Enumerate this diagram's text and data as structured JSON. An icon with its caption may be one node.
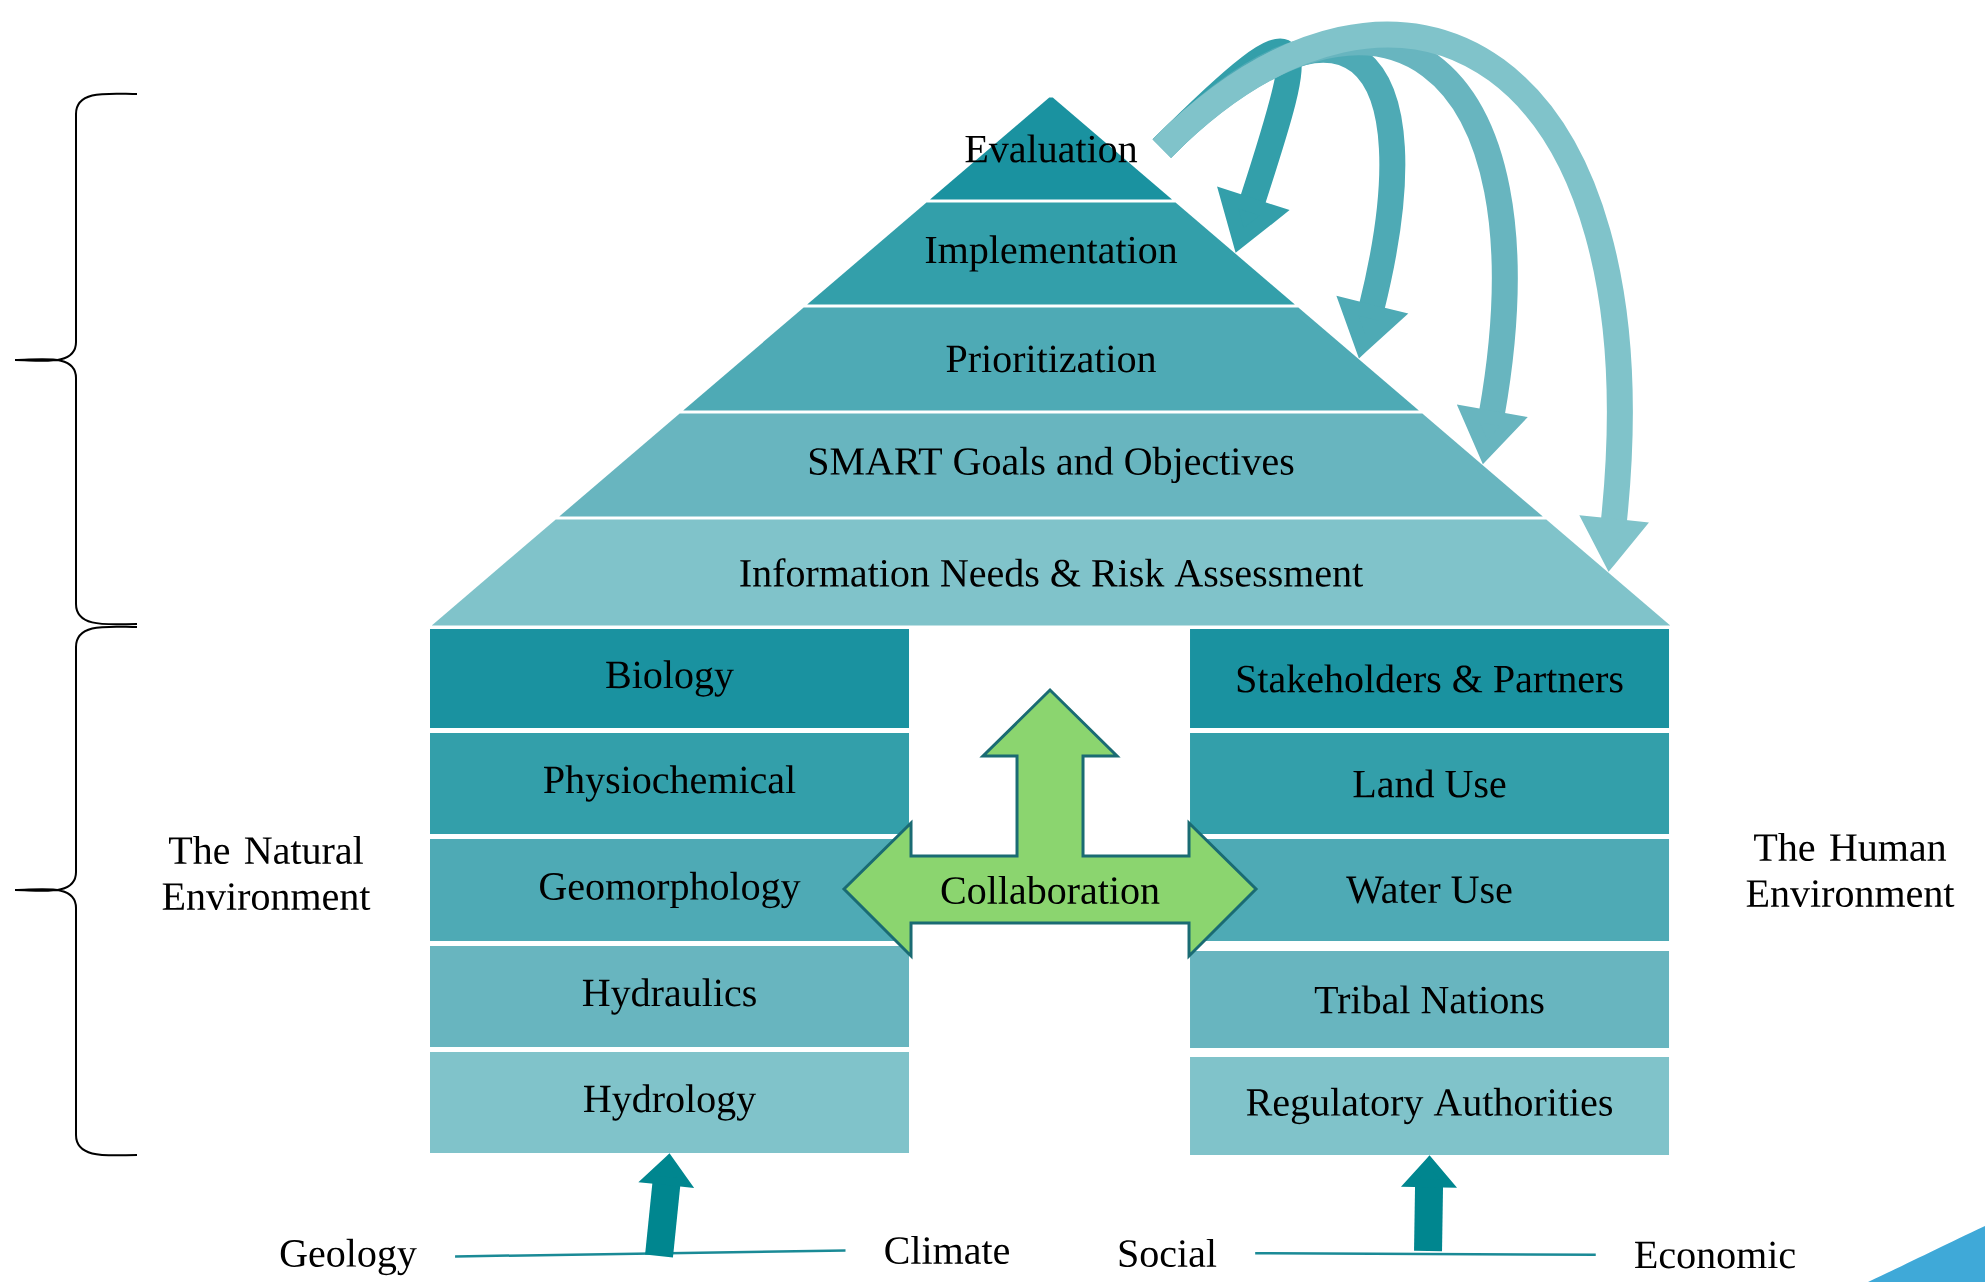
{
  "diagram": {
    "nodes": [
      {
        "text": [
          "Evaluation"
        ]
      },
      {
        "text": [
          "Implementation"
        ]
      },
      {
        "text": [
          "Prioritization"
        ]
      },
      {
        "text": [
          "SMART Goals and Objectives"
        ]
      },
      {
        "text": [
          "Information Needs & Risk Assessment"
        ]
      },
      {
        "text": [
          "Biology"
        ]
      },
      {
        "text": [
          "Physiochemical"
        ]
      },
      {
        "text": [
          "Geomorphology"
        ]
      },
      {
        "text": [
          "Hydraulics"
        ]
      },
      {
        "text": [
          "Hydrology"
        ]
      },
      {
        "text": [
          "Stakeholders & Partners"
        ]
      },
      {
        "text": [
          "Land Use"
        ]
      },
      {
        "text": [
          "Water Use"
        ]
      },
      {
        "text": [
          "Tribal Nations"
        ]
      },
      {
        "text": [
          "Regulatory Authorities"
        ]
      },
      {
        "text": [
          "Collaboration"
        ]
      },
      {
        "text": [
          "Geology"
        ]
      },
      {
        "text": [
          "Climate"
        ]
      },
      {
        "text": [
          "Social"
        ]
      },
      {
        "text": [
          "Economic"
        ]
      }
    ],
    "edges": [
      {
        "from": 0,
        "to": 1,
        "arrow": "to",
        "color": "#339faa"
      },
      {
        "from": 0,
        "to": 2,
        "arrow": "to",
        "color": "#4eaab5"
      },
      {
        "from": 0,
        "to": 3,
        "arrow": "to",
        "color": "#68b5bf"
      },
      {
        "from": 0,
        "to": 4,
        "arrow": "to",
        "color": "#80c3ca"
      },
      {
        "from": 16,
        "to": 17,
        "arrow": "none",
        "color": "#1a8a96"
      },
      {
        "from": null,
        "to": 9,
        "arrow": "to",
        "color": "#00868f"
      },
      {
        "from": 18,
        "to": 19,
        "arrow": "none",
        "color": "#1a8a96"
      },
      {
        "from": null,
        "to": 14,
        "arrow": "to",
        "color": "#00868f"
      }
    ],
    "labels": [
      "The Natural Environment",
      "The Human Environment"
    ]
  }
}
